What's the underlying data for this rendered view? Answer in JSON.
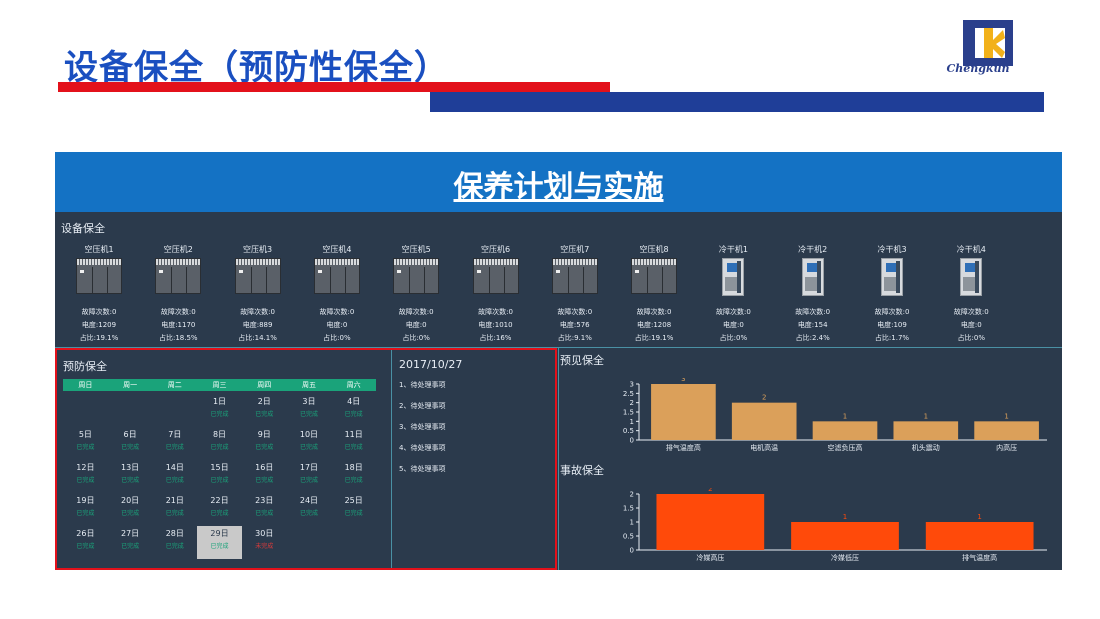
{
  "slide": {
    "title": "设备保全（预防性保全）",
    "logo_text": "Chengkun"
  },
  "dashboard": {
    "title": "保养计划与实施",
    "section_equipment": "设备保全",
    "section_preventive": "预防保全",
    "section_predictive": "预见保全",
    "section_breakdown": "事故保全"
  },
  "equipment": [
    {
      "name": "空压机1",
      "type": "compressor",
      "faults": "故障次数:0",
      "power": "电度:1209",
      "ratio": "占比:19.1%"
    },
    {
      "name": "空压机2",
      "type": "compressor",
      "faults": "故障次数:0",
      "power": "电度:1170",
      "ratio": "占比:18.5%"
    },
    {
      "name": "空压机3",
      "type": "compressor",
      "faults": "故障次数:0",
      "power": "电度:889",
      "ratio": "占比:14.1%"
    },
    {
      "name": "空压机4",
      "type": "compressor",
      "faults": "故障次数:0",
      "power": "电度:0",
      "ratio": "占比:0%"
    },
    {
      "name": "空压机5",
      "type": "compressor",
      "faults": "故障次数:0",
      "power": "电度:0",
      "ratio": "占比:0%"
    },
    {
      "name": "空压机6",
      "type": "compressor",
      "faults": "故障次数:0",
      "power": "电度:1010",
      "ratio": "占比:16%"
    },
    {
      "name": "空压机7",
      "type": "compressor",
      "faults": "故障次数:0",
      "power": "电度:576",
      "ratio": "占比:9.1%"
    },
    {
      "name": "空压机8",
      "type": "compressor",
      "faults": "故障次数:0",
      "power": "电度:1208",
      "ratio": "占比:19.1%"
    },
    {
      "name": "冷干机1",
      "type": "dryer",
      "faults": "故障次数:0",
      "power": "电度:0",
      "ratio": "占比:0%"
    },
    {
      "name": "冷干机2",
      "type": "dryer",
      "faults": "故障次数:0",
      "power": "电度:154",
      "ratio": "占比:2.4%"
    },
    {
      "name": "冷干机3",
      "type": "dryer",
      "faults": "故障次数:0",
      "power": "电度:109",
      "ratio": "占比:1.7%"
    },
    {
      "name": "冷干机4",
      "type": "dryer",
      "faults": "故障次数:0",
      "power": "电度:0",
      "ratio": "占比:0%"
    }
  ],
  "calendar": {
    "weekdays": [
      "周日",
      "周一",
      "周二",
      "周三",
      "周四",
      "周五",
      "周六"
    ],
    "weeks": [
      [
        null,
        null,
        null,
        {
          "day": "1日",
          "status": "已完成"
        },
        {
          "day": "2日",
          "status": "已完成"
        },
        {
          "day": "3日",
          "status": "已完成"
        },
        {
          "day": "4日",
          "status": "已完成"
        }
      ],
      [
        {
          "day": "5日",
          "status": "已完成"
        },
        {
          "day": "6日",
          "status": "已完成"
        },
        {
          "day": "7日",
          "status": "已完成"
        },
        {
          "day": "8日",
          "status": "已完成"
        },
        {
          "day": "9日",
          "status": "已完成"
        },
        {
          "day": "10日",
          "status": "已完成"
        },
        {
          "day": "11日",
          "status": "已完成"
        }
      ],
      [
        {
          "day": "12日",
          "status": "已完成"
        },
        {
          "day": "13日",
          "status": "已完成"
        },
        {
          "day": "14日",
          "status": "已完成"
        },
        {
          "day": "15日",
          "status": "已完成"
        },
        {
          "day": "16日",
          "status": "已完成"
        },
        {
          "day": "17日",
          "status": "已完成"
        },
        {
          "day": "18日",
          "status": "已完成"
        }
      ],
      [
        {
          "day": "19日",
          "status": "已完成"
        },
        {
          "day": "20日",
          "status": "已完成"
        },
        {
          "day": "21日",
          "status": "已完成"
        },
        {
          "day": "22日",
          "status": "已完成"
        },
        {
          "day": "23日",
          "status": "已完成"
        },
        {
          "day": "24日",
          "status": "已完成"
        },
        {
          "day": "25日",
          "status": "已完成"
        }
      ],
      [
        {
          "day": "26日",
          "status": "已完成"
        },
        {
          "day": "27日",
          "status": "已完成"
        },
        {
          "day": "28日",
          "status": "已完成"
        },
        {
          "day": "29日",
          "status": "已完成",
          "today": true
        },
        {
          "day": "30日",
          "status": "未完成",
          "pending": true
        },
        null,
        null
      ]
    ]
  },
  "todo": {
    "date": "2017/10/27",
    "items": [
      "1、待处理事项",
      "2、待处理事项",
      "3、待处理事项",
      "4、待处理事项",
      "5、待处理事项"
    ]
  },
  "colors": {
    "title_blue": "#1a4fc0",
    "accent_red": "#e3111b",
    "bar_blue": "#1f3e98",
    "header_blue": "#1472c4",
    "panel_bg": "#2b3a4c",
    "completed_green": "#1aa37a",
    "predictive_bar": "#dba05a",
    "breakdown_bar": "#ff4a0a"
  },
  "chart_data": [
    {
      "type": "bar",
      "title": "预见保全",
      "categories": [
        "排气温度高",
        "电机高温",
        "空滤负压高",
        "机头震动",
        "内高压"
      ],
      "values": [
        3,
        2,
        1,
        1,
        1
      ],
      "ylim": [
        0,
        3
      ],
      "yticks": [
        "0",
        "0.5",
        "1",
        "1.5",
        "2",
        "2.5",
        "3"
      ],
      "color": "#dba05a"
    },
    {
      "type": "bar",
      "title": "事故保全",
      "categories": [
        "冷媒高压",
        "冷媒低压",
        "排气温度高"
      ],
      "values": [
        2,
        1,
        1
      ],
      "ylim": [
        0,
        2
      ],
      "yticks": [
        "0",
        "0.5",
        "1",
        "1.5",
        "2"
      ],
      "color": "#ff4a0a"
    }
  ]
}
